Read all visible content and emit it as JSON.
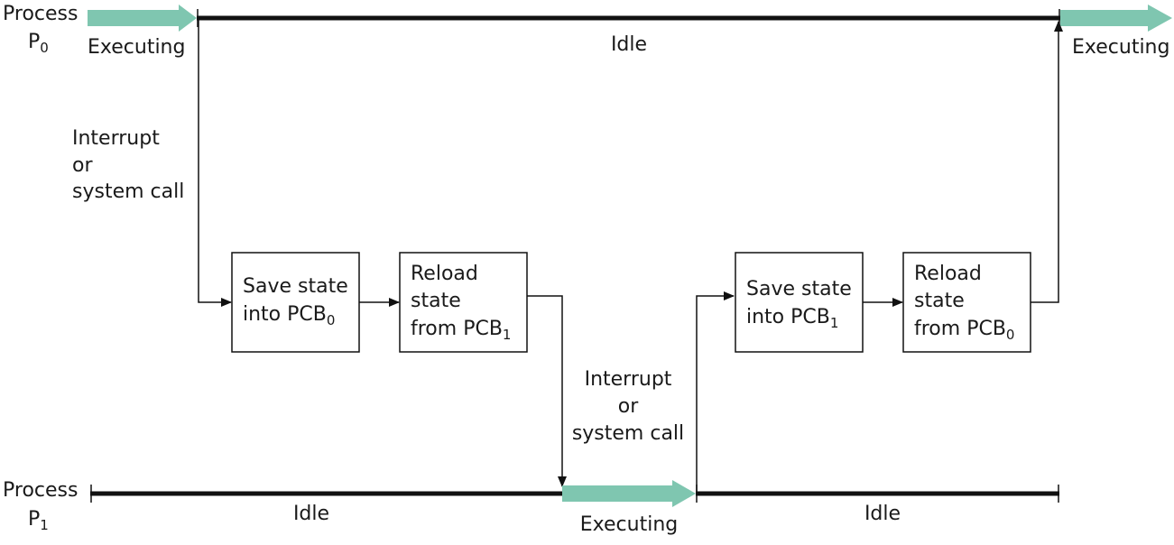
{
  "colors": {
    "executing_arrow": "#7fc6b0",
    "line": "#111111",
    "text": "#1a1a1a"
  },
  "process0": {
    "label_line1": "Process",
    "label_base": "P",
    "label_sub": "0",
    "executing_left": "Executing",
    "idle": "Idle",
    "executing_right": "Executing"
  },
  "process1": {
    "label_line1": "Process",
    "label_base": "P",
    "label_sub": "1",
    "idle_left": "Idle",
    "executing": "Executing",
    "idle_right": "Idle"
  },
  "interrupt_top": {
    "line1": "Interrupt",
    "line2": "or",
    "line3": "system call"
  },
  "interrupt_mid": {
    "line1": "Interrupt",
    "line2": "or",
    "line3": "system call"
  },
  "boxes": {
    "save0": {
      "line1": "Save state",
      "line2_base": "into PCB",
      "line2_sub": "0"
    },
    "reload1": {
      "line1": "Reload",
      "line2": "state",
      "line3_base": "from PCB",
      "line3_sub": "1"
    },
    "save1": {
      "line1": "Save state",
      "line2_base": "into PCB",
      "line2_sub": "1"
    },
    "reload0": {
      "line1": "Reload",
      "line2": "state",
      "line3_base": "from PCB",
      "line3_sub": "0"
    }
  }
}
